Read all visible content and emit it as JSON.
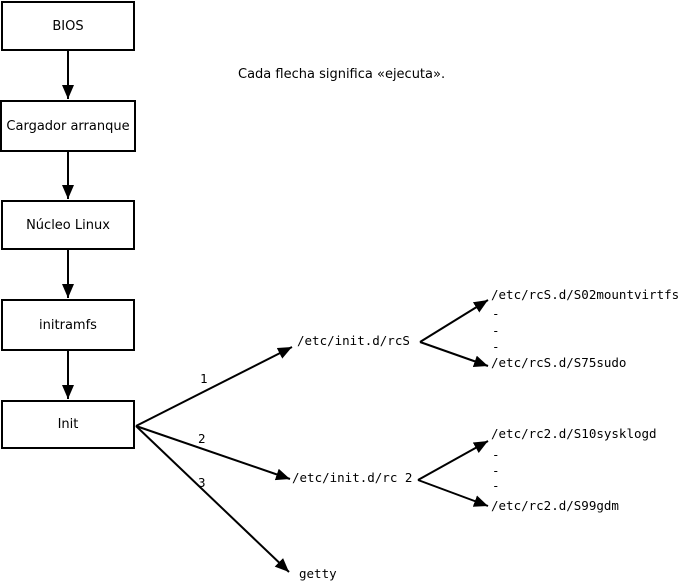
{
  "note": "Cada flecha significa «ejecuta».",
  "chain": {
    "boxes": [
      {
        "label": "BIOS"
      },
      {
        "label": "Cargador arranque"
      },
      {
        "label": "Núcleo Linux"
      },
      {
        "label": "initramfs"
      },
      {
        "label": "Init"
      }
    ]
  },
  "branches": {
    "labels": {
      "rcS": "1",
      "rc2": "2",
      "getty": "3"
    },
    "targets": {
      "rcS": "/etc/init.d/rcS",
      "rc2": "/etc/init.d/rc 2",
      "getty": "getty"
    }
  },
  "rcS_scripts": {
    "first": "/etc/rcS.d/S02mountvirtfs",
    "ellipsis": "-",
    "last": "/etc/rcS.d/S75sudo"
  },
  "rc2_scripts": {
    "first": "/etc/rc2.d/S10sysklogd",
    "ellipsis": "-",
    "last": "/etc/rc2.d/S99gdm"
  },
  "colors": {
    "ink": "#000000",
    "background": "#ffffff"
  }
}
